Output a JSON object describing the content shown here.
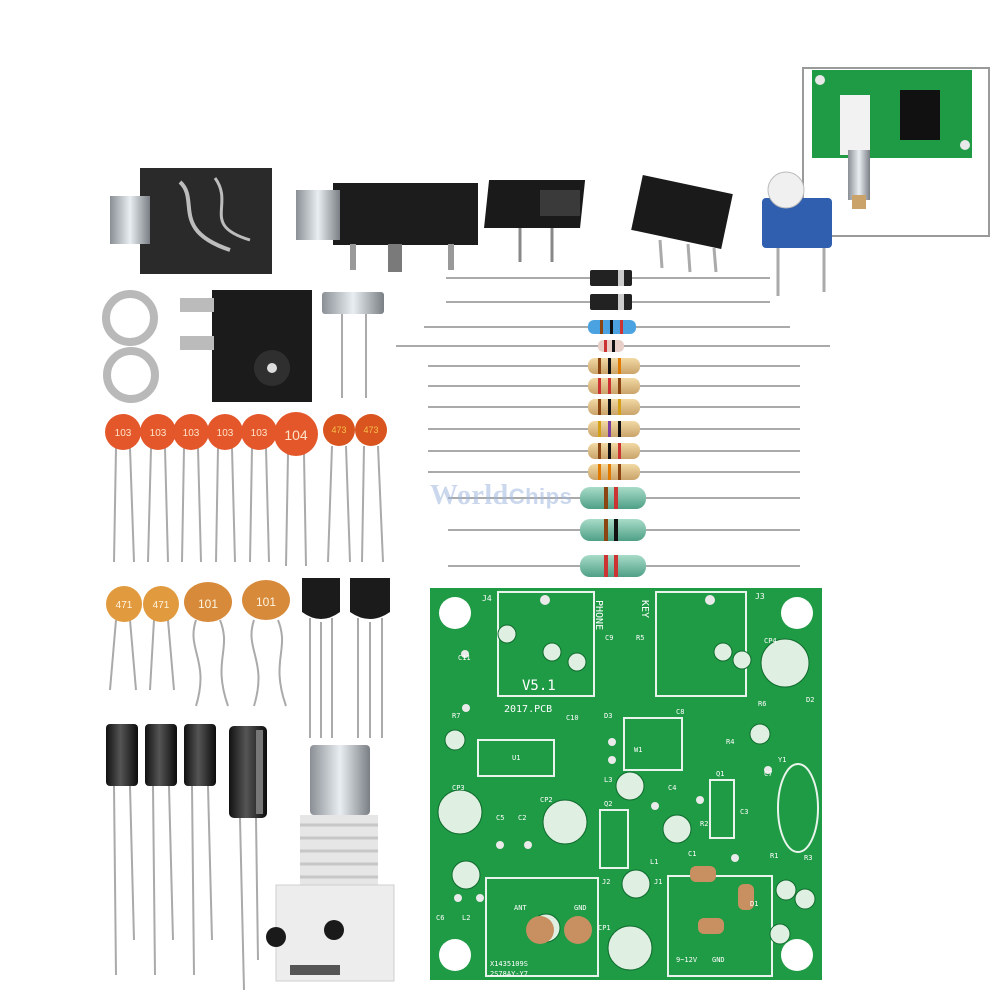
{
  "watermark": {
    "text_a": "World",
    "text_b": "Chips"
  },
  "ceramic_capacitors": {
    "row1": [
      "103",
      "103",
      "103",
      "103",
      "103",
      "104",
      "473",
      "473"
    ],
    "row2": [
      "471",
      "471",
      "101",
      "101"
    ]
  },
  "pcb": {
    "version": "V5.1",
    "year": "2017.PCB",
    "labels": [
      "J4",
      "J3",
      "PHONE",
      "KEY",
      "C11",
      "C9",
      "R5",
      "CP4",
      "R7",
      "C10",
      "D3",
      "C8",
      "R6",
      "D2",
      "U1",
      "W1",
      "R4",
      "C7",
      "Y1",
      "CP3",
      "CP2",
      "L3",
      "Q1",
      "C4",
      "C3",
      "R2",
      "C5",
      "C2",
      "Q2",
      "C1",
      "R1",
      "R3",
      "L1",
      "J1",
      "J2",
      "ANT",
      "GND",
      "C6",
      "L2",
      "CP1",
      "D1",
      "9~12V",
      "GND",
      "X1435109S",
      "2S78AY-Y7"
    ]
  },
  "colors": {
    "pcb_green": "#1f9a45",
    "ceramic_orange": "#e4572a",
    "ceramic_tan": "#d98a2e",
    "electrolytic": "#1b1b1b"
  }
}
